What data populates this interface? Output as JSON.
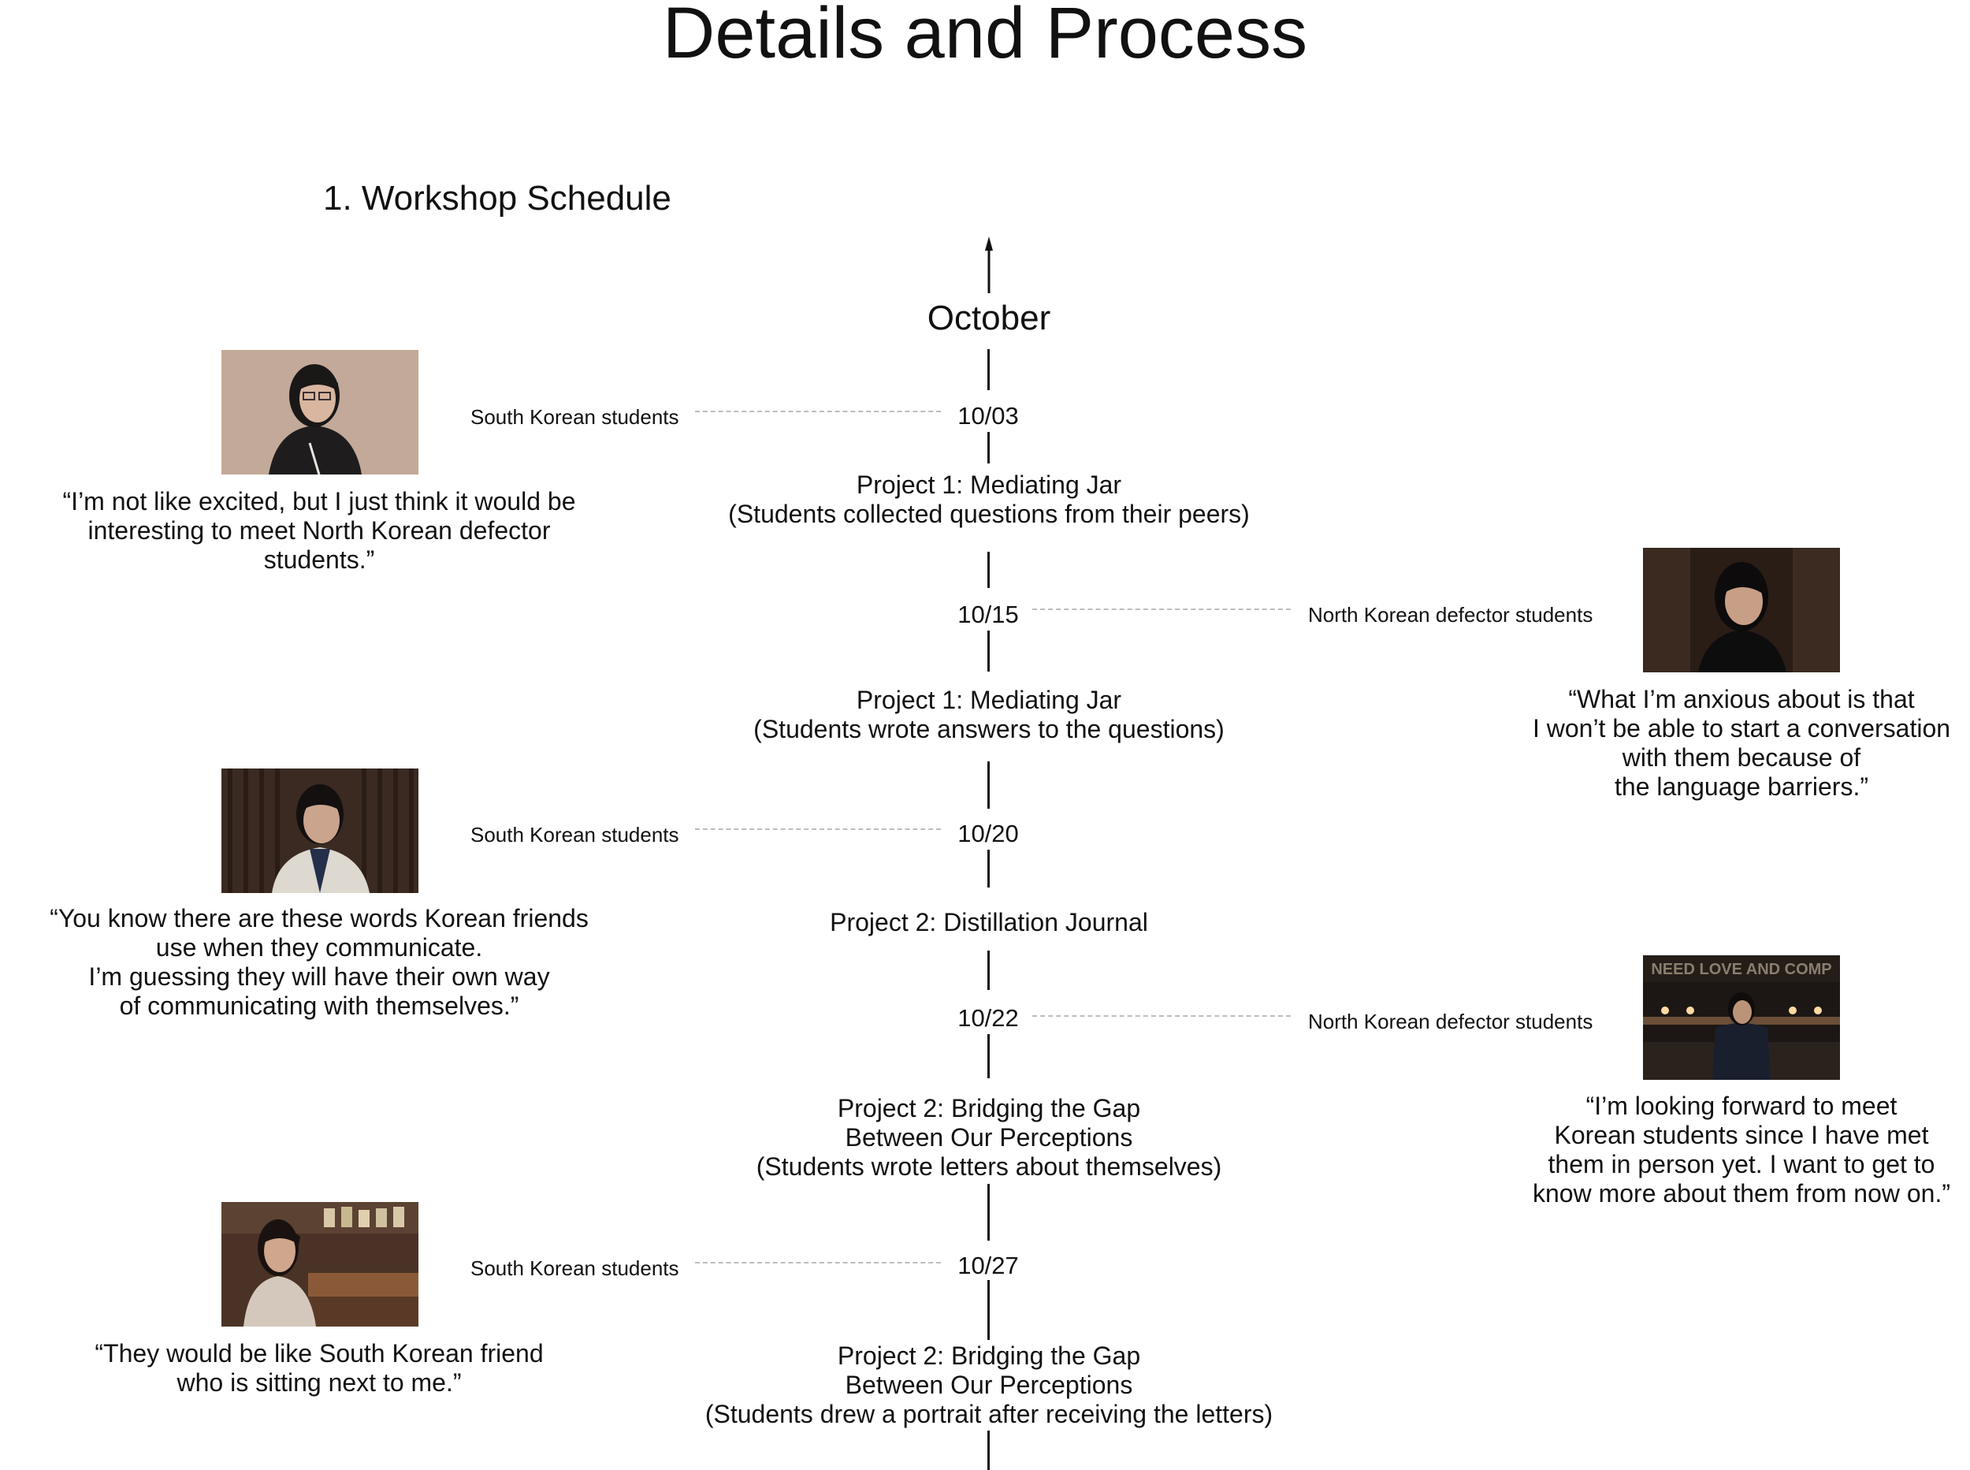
{
  "title": "Details and Process",
  "section_heading": "1. Workshop Schedule",
  "month": "October",
  "timeline": [
    {
      "date": "10/03",
      "event": "Project 1: Mediating Jar\n(Students collected questions from their peers)"
    },
    {
      "date": "10/15",
      "event": "Project 1: Mediating Jar\n(Students wrote answers to the questions)"
    },
    {
      "date": "10/20",
      "event": "Project 2: Distillation Journal"
    },
    {
      "date": "10/22",
      "event": "Project  2: Bridging the Gap\nBetween Our Perceptions\n(Students wrote letters about themselves)"
    },
    {
      "date": "10/27",
      "event": "Project  2: Bridging the Gap\nBetween Our Perceptions\n(Students drew a portrait after receiving the letters)"
    }
  ],
  "interviews": [
    {
      "group": "South Korean students",
      "date": "10/03",
      "photo": "student-photo-1",
      "quote": "“I’m not like excited, but I just think it would be\ninteresting to meet North Korean defector\nstudents.”"
    },
    {
      "group": "North Korean defector students",
      "date": "10/15",
      "photo": "student-photo-2",
      "quote": "“What I’m anxious about is that\nI won’t be able to start a conversation\nwith them because of\nthe language barriers.”"
    },
    {
      "group": "South Korean students",
      "date": "10/20",
      "photo": "student-photo-3",
      "quote": "“You know there are these words Korean friends\nuse when they communicate.\nI’m guessing they will have their own way\nof communicating with themselves.”"
    },
    {
      "group": "North Korean defector students",
      "date": "10/22",
      "photo": "student-photo-4",
      "photo_sign": "NEED LOVE AND COMP",
      "quote": "“I’m looking forward to meet\nKorean students since I have met\nthem in person yet. I want to get to\nknow more about them from now on.”"
    },
    {
      "group": "South Korean students",
      "date": "10/27",
      "photo": "student-photo-5",
      "quote": "“They would be like South Korean friend\nwho is sitting next to me.”"
    }
  ]
}
